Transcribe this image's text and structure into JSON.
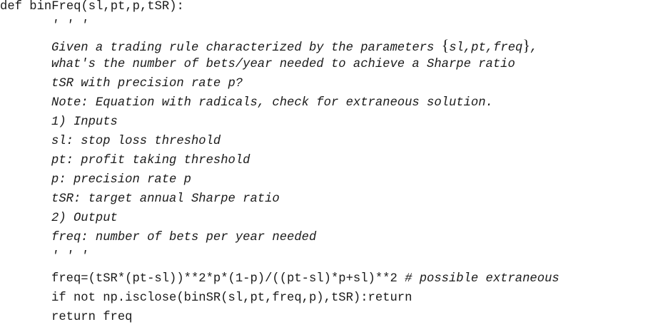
{
  "code": {
    "def_line": "def binFreq(sl,pt,p,tSR):",
    "doc_open": "' ' '",
    "doc_line1_a": "Given a trading rule characterized by the parameters ",
    "doc_line1_brace_open": "{",
    "doc_line1_params": "sl,pt,freq",
    "doc_line1_brace_close": "}",
    "doc_line1_end": ",",
    "doc_line2": "what's the number of bets/year needed to achieve a Sharpe ratio",
    "doc_line3": "tSR with precision rate p?",
    "doc_line4": "Note: Equation with radicals, check for extraneous solution.",
    "doc_line5": "1) Inputs",
    "doc_line6": "sl: stop loss threshold",
    "doc_line7": "pt: profit taking threshold",
    "doc_line8": "p: precision rate p",
    "doc_line9": "tSR: target annual Sharpe ratio",
    "doc_line10": "2) Output",
    "doc_line11": "freq: number of bets per year needed",
    "doc_close": "' ' '",
    "freq_code": "freq=(tSR*(pt-sl))**2*p*(1-p)/((pt-sl)*p+sl)**2 ",
    "freq_comment": "# possible extraneous",
    "if_line": "if not np.isclose(binSR(sl,pt,freq,p),tSR):return",
    "return_line": "return freq"
  }
}
